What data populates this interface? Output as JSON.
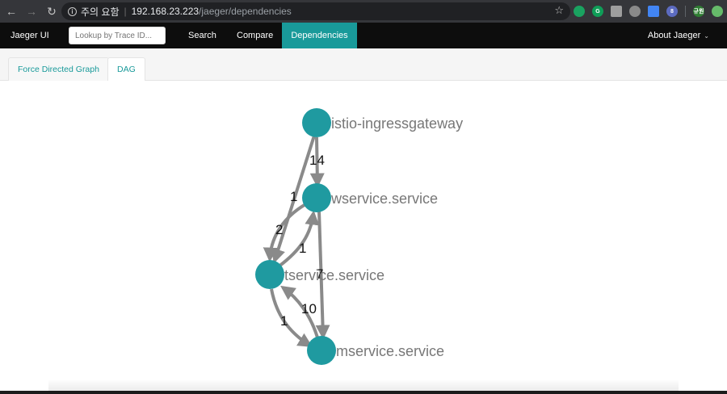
{
  "browser": {
    "url_warning": "주의 요함",
    "url_host": "192.168.23.223",
    "url_path": "/jaeger/dependencies",
    "extensions": [
      {
        "icon": "leaf-icon",
        "color": "#1aa260",
        "label": ""
      },
      {
        "icon": "g-icon",
        "color": "#0f9d58",
        "label": "G"
      },
      {
        "icon": "image-icon",
        "color": "#9e9e9e",
        "label": ""
      },
      {
        "icon": "shield-icon",
        "color": "#8a8a8a",
        "label": ""
      },
      {
        "icon": "monitor-icon",
        "color": "#4285f4",
        "label": ""
      },
      {
        "icon": "puzzle-icon",
        "color": "#5c6bc0",
        "label": "8"
      },
      {
        "icon": "profile-icon",
        "color": "#2e7d32",
        "label": "규원"
      },
      {
        "icon": "sync-icon",
        "color": "#66bb6a",
        "label": ""
      }
    ]
  },
  "app": {
    "brand": "Jaeger UI",
    "lookup_placeholder": "Lookup by Trace ID...",
    "nav": {
      "search": "Search",
      "compare": "Compare",
      "dependencies": "Dependencies"
    },
    "about": "About Jaeger"
  },
  "tabs": [
    {
      "label": "Force Directed Graph",
      "active": false
    },
    {
      "label": "DAG",
      "active": true
    }
  ],
  "graph": {
    "node_color": "#1f9aa0",
    "edge_color": "#8a8a8a",
    "nodes": [
      {
        "id": "gw",
        "label": "istio-ingressgateway"
      },
      {
        "id": "vw",
        "label": "wservice.service"
      },
      {
        "id": "ts",
        "label": "tservice.service"
      },
      {
        "id": "ms",
        "label": "mservice.service"
      }
    ],
    "edges": [
      {
        "from": "gw",
        "to": "vw",
        "label": "14"
      },
      {
        "from": "gw",
        "to": "ts",
        "label": "1"
      },
      {
        "from": "vw",
        "to": "ts",
        "label": "2"
      },
      {
        "from": "ts",
        "to": "vw",
        "label": "1"
      },
      {
        "from": "vw",
        "to": "ms",
        "label": "7"
      },
      {
        "from": "ms",
        "to": "ts",
        "label": "10"
      },
      {
        "from": "ts",
        "to": "ms",
        "label": "1"
      }
    ]
  }
}
